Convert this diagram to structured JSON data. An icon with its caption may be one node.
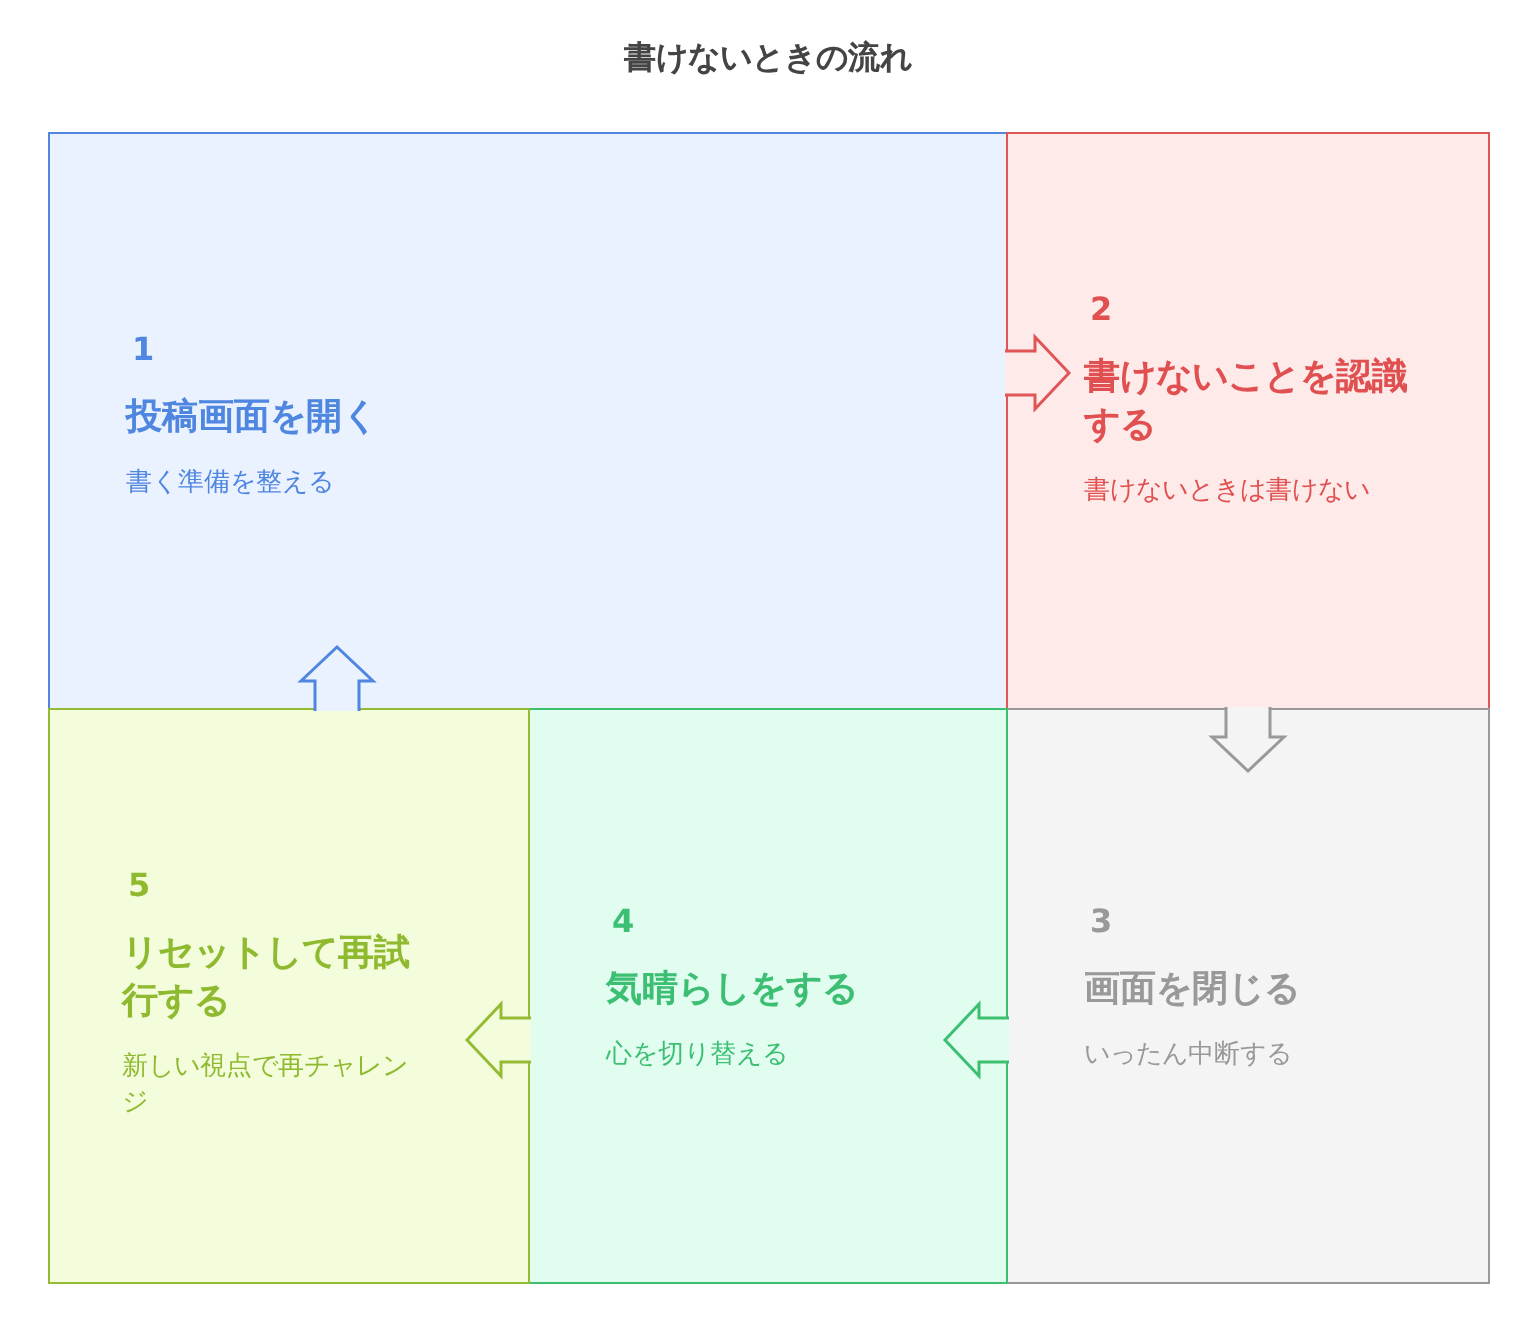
{
  "diagram": {
    "title": "書けないときの流れ",
    "nodes": [
      {
        "text": [
          "1",
          "投稿画面を開く",
          "書く準備を整える"
        ]
      },
      {
        "text": [
          "2",
          "書けないことを認識する",
          "書けないときは書けない"
        ]
      },
      {
        "text": [
          "3",
          "画面を閉じる",
          "いったん中断する"
        ]
      },
      {
        "text": [
          "4",
          "気晴らしをする",
          "心を切り替える"
        ]
      },
      {
        "text": [
          "5",
          "リセットして再試行する",
          "新しい視点で再チャレンジ"
        ]
      }
    ],
    "edges": [
      {
        "from": 0,
        "to": 1,
        "arrow": "to"
      },
      {
        "from": 1,
        "to": 2,
        "arrow": "to"
      },
      {
        "from": 2,
        "to": 3,
        "arrow": "to"
      },
      {
        "from": 3,
        "to": 4,
        "arrow": "to"
      },
      {
        "from": 4,
        "to": 0,
        "arrow": "to"
      }
    ]
  }
}
